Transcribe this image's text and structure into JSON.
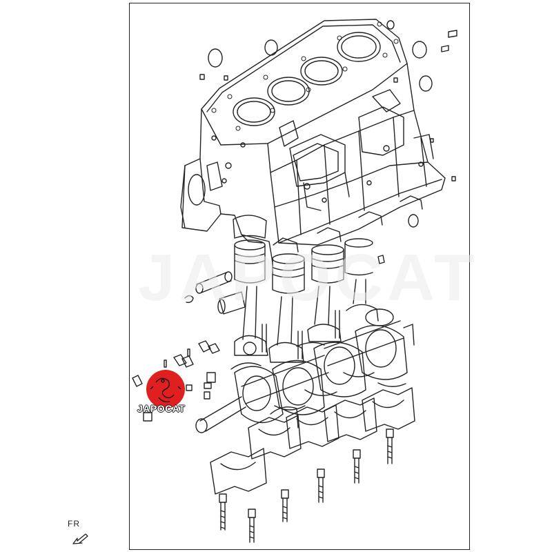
{
  "diagram": {
    "watermark_text": "JAPOCAT",
    "logo_text": "JAPOCAT",
    "direction_label": "FR",
    "colors": {
      "line": "#222222",
      "background": "#ffffff",
      "logo_red": "#e02020"
    }
  }
}
